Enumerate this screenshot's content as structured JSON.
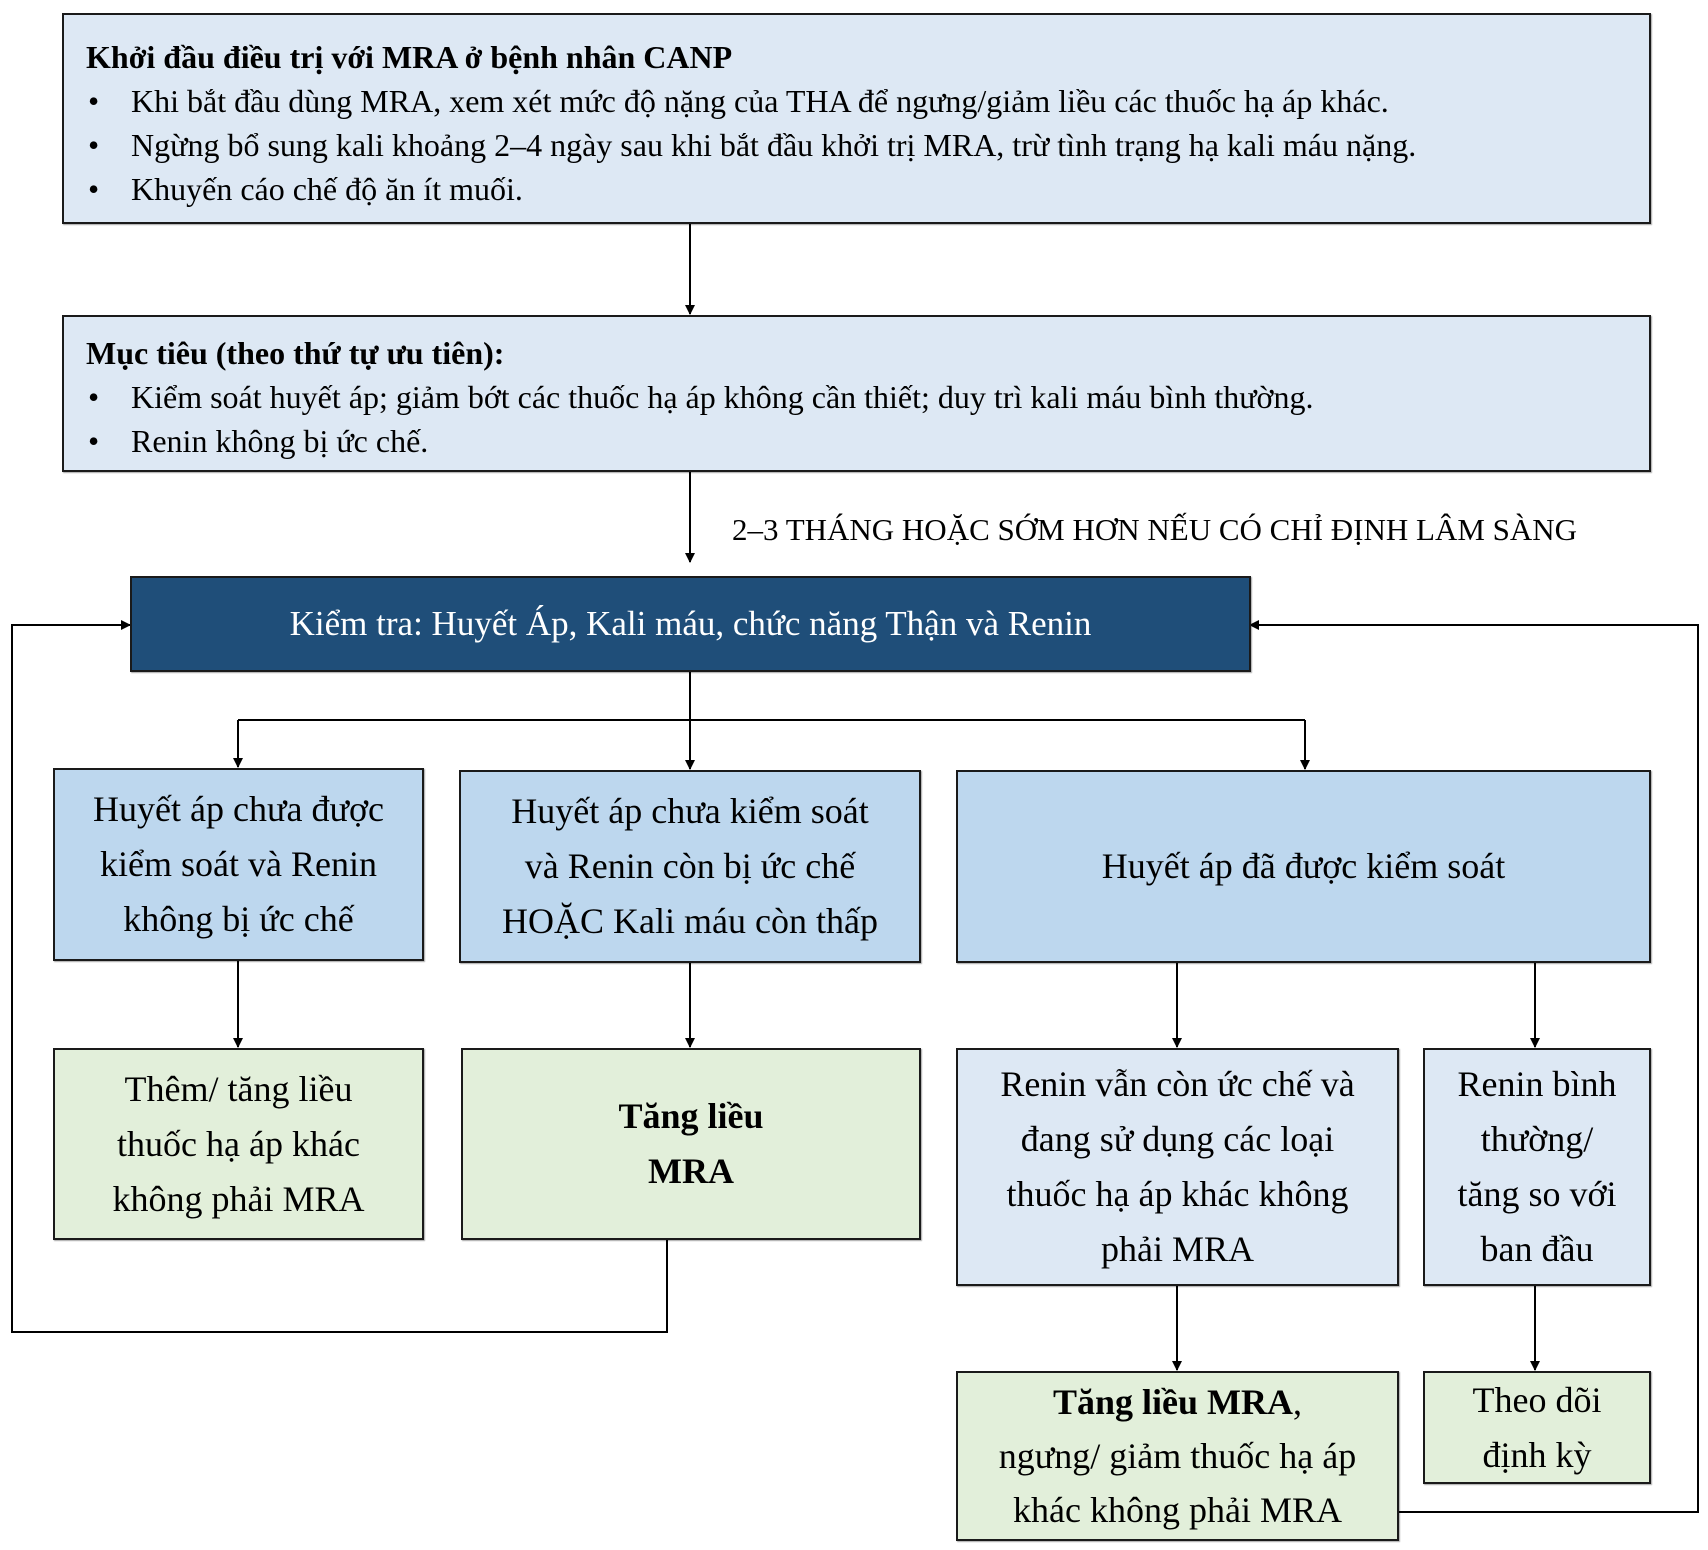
{
  "start_box": {
    "title": "Khởi đầu điều trị với MRA ở bệnh nhân CANP",
    "bullets": [
      "Khi bắt đầu dùng MRA, xem xét mức độ nặng của THA để ngưng/giảm liều các thuốc hạ áp khác.",
      "Ngừng bổ sung kali khoảng 2–4 ngày sau khi bắt đầu khởi trị MRA, trừ tình trạng hạ kali máu nặng.",
      "Khuyến cáo chế độ ăn ít muối."
    ]
  },
  "goals_box": {
    "title": "Mục tiêu (theo thứ tự ưu tiên):",
    "bullets": [
      "Kiểm soát huyết áp; giảm bớt các thuốc hạ áp không cần thiết; duy trì kali máu bình thường.",
      "Renin không bị ức chế."
    ]
  },
  "interval_note": "2–3 THÁNG HOẶC SỚM HƠN NẾU CÓ CHỈ ĐỊNH LÂM SÀNG",
  "check_box": "Kiểm tra: Huyết Áp, Kali máu, chức năng Thận và Renin",
  "conditions": {
    "bp_uncontrolled_renin_not_suppressed": [
      "Huyết áp chưa được",
      "kiểm soát và Renin",
      "không bị ức chế"
    ],
    "bp_uncontrolled_renin_suppressed": [
      "Huyết áp chưa kiểm soát",
      "và Renin còn bị ức chế",
      "HOẶC Kali máu còn thấp"
    ],
    "bp_controlled": "Huyết áp đã được kiểm soát",
    "renin_suppressed_other_drugs": [
      "Renin vẫn còn ức chế và",
      "đang sử dụng các loại",
      "thuốc hạ áp khác không",
      "phải MRA"
    ],
    "renin_normal": [
      "Renin bình",
      "thường/",
      "tăng so với",
      "ban đầu"
    ]
  },
  "actions": {
    "add_other_drugs": [
      "Thêm/ tăng liều",
      "thuốc hạ áp khác",
      "không phải MRA"
    ],
    "increase_mra": [
      "Tăng liều",
      "MRA"
    ],
    "increase_mra_reduce_others": {
      "bold": "Tăng liều MRA",
      "rest_first": ",",
      "lines": [
        "ngưng/ giảm thuốc hạ áp",
        "khác không phải MRA"
      ]
    },
    "monitor": [
      "Theo dõi",
      "định kỳ"
    ]
  },
  "colors": {
    "pale_blue": "#dde8f4",
    "mid_blue": "#bdd7ee",
    "pale_green": "#e2efda",
    "dark_blue": "#1f4e79"
  }
}
